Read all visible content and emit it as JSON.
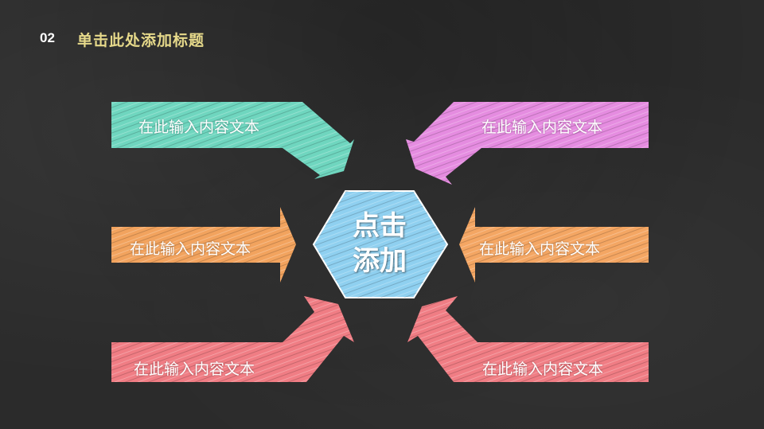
{
  "header": {
    "number": "02",
    "title": "单击此处添加标题"
  },
  "center": {
    "line1": "点击",
    "line2": "添加"
  },
  "arrows": [
    {
      "label": "在此输入内容文本",
      "color": "#6fd6bf"
    },
    {
      "label": "在此输入内容文本",
      "color": "#e58ce0"
    },
    {
      "label": "在此输入内容文本",
      "color": "#f2a35e"
    },
    {
      "label": "在此输入内容文本",
      "color": "#f4a663"
    },
    {
      "label": "在此输入内容文本",
      "color": "#f07d84"
    },
    {
      "label": "在此输入内容文本",
      "color": "#f07d84"
    }
  ],
  "colors": {
    "background": "#2b2b2b",
    "title": "#e6d98a",
    "hexagon": "#8fd0f0"
  }
}
